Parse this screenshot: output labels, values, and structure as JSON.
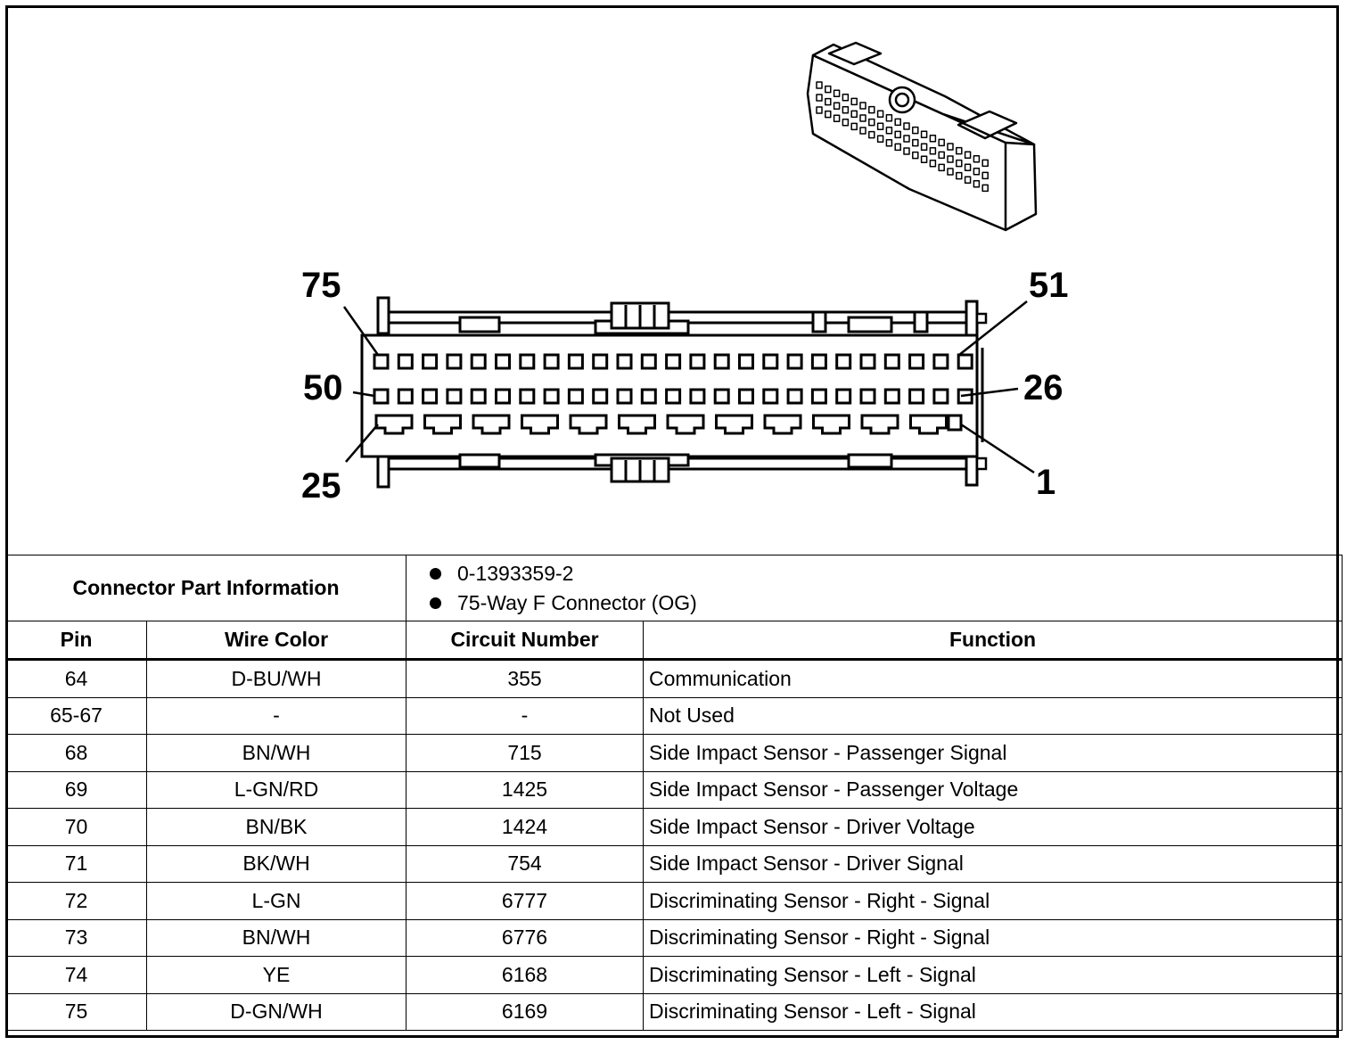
{
  "connector_labels": {
    "top_left": "75",
    "mid_left": "50",
    "bottom_left": "25",
    "top_right": "51",
    "mid_right": "26",
    "bottom_right": "1"
  },
  "part_info": {
    "label": "Connector Part Information",
    "items": [
      "0-1393359-2",
      "75-Way F Connector (OG)"
    ]
  },
  "columns": {
    "pin": "Pin",
    "wire_color": "Wire Color",
    "circuit_number": "Circuit Number",
    "function": "Function"
  },
  "rows": [
    {
      "pin": "64",
      "wire_color": "D-BU/WH",
      "circuit": "355",
      "function": "Communication"
    },
    {
      "pin": "65-67",
      "wire_color": "-",
      "circuit": "-",
      "function": "Not Used"
    },
    {
      "pin": "68",
      "wire_color": "BN/WH",
      "circuit": "715",
      "function": "Side Impact Sensor - Passenger Signal"
    },
    {
      "pin": "69",
      "wire_color": "L-GN/RD",
      "circuit": "1425",
      "function": "Side Impact Sensor - Passenger Voltage"
    },
    {
      "pin": "70",
      "wire_color": "BN/BK",
      "circuit": "1424",
      "function": "Side Impact Sensor - Driver Voltage"
    },
    {
      "pin": "71",
      "wire_color": "BK/WH",
      "circuit": "754",
      "function": "Side Impact Sensor - Driver Signal"
    },
    {
      "pin": "72",
      "wire_color": "L-GN",
      "circuit": "6777",
      "function": "Discriminating Sensor - Right - Signal"
    },
    {
      "pin": "73",
      "wire_color": "BN/WH",
      "circuit": "6776",
      "function": "Discriminating Sensor - Right - Signal"
    },
    {
      "pin": "74",
      "wire_color": "YE",
      "circuit": "6168",
      "function": "Discriminating Sensor - Left - Signal"
    },
    {
      "pin": "75",
      "wire_color": "D-GN/WH",
      "circuit": "6169",
      "function": "Discriminating Sensor - Left - Signal"
    }
  ]
}
